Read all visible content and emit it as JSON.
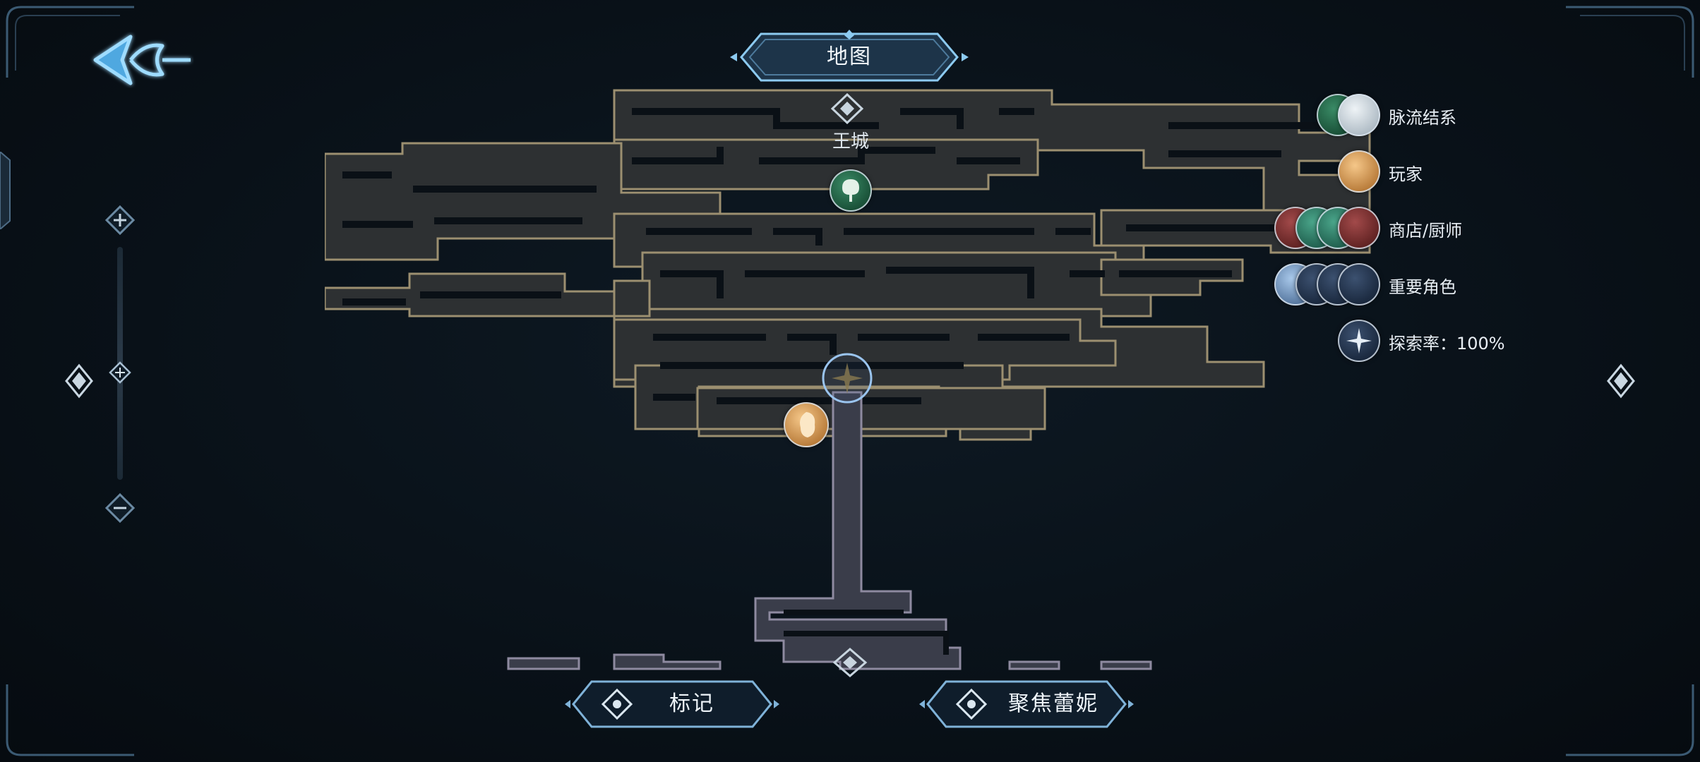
{
  "header": {
    "title": "地图"
  },
  "map": {
    "city_label": "王城"
  },
  "legend": {
    "items": [
      {
        "label": "脉流结系"
      },
      {
        "label": "玩家"
      },
      {
        "label": "商店/厨师"
      },
      {
        "label": "重要角色"
      },
      {
        "label": "探索率：100%"
      }
    ]
  },
  "buttons": {
    "mark_label": "标记",
    "focus_label": "聚焦蕾妮"
  },
  "icons": {
    "back": "back-arrow-icon",
    "zoom_in": "plus-diamond-icon",
    "zoom_out": "minus-diamond-icon",
    "nav_left": "diamond-arrow-left-icon",
    "nav_right": "diamond-arrow-right-icon",
    "compass": "compass-star-icon",
    "tree": "tree-emblem-icon",
    "player": "player-portrait-icon"
  },
  "colors": {
    "accent": "#8fd0ff",
    "wall": "#a89a78",
    "floor": "#2e3133",
    "corridor": "#3a3d4a"
  }
}
